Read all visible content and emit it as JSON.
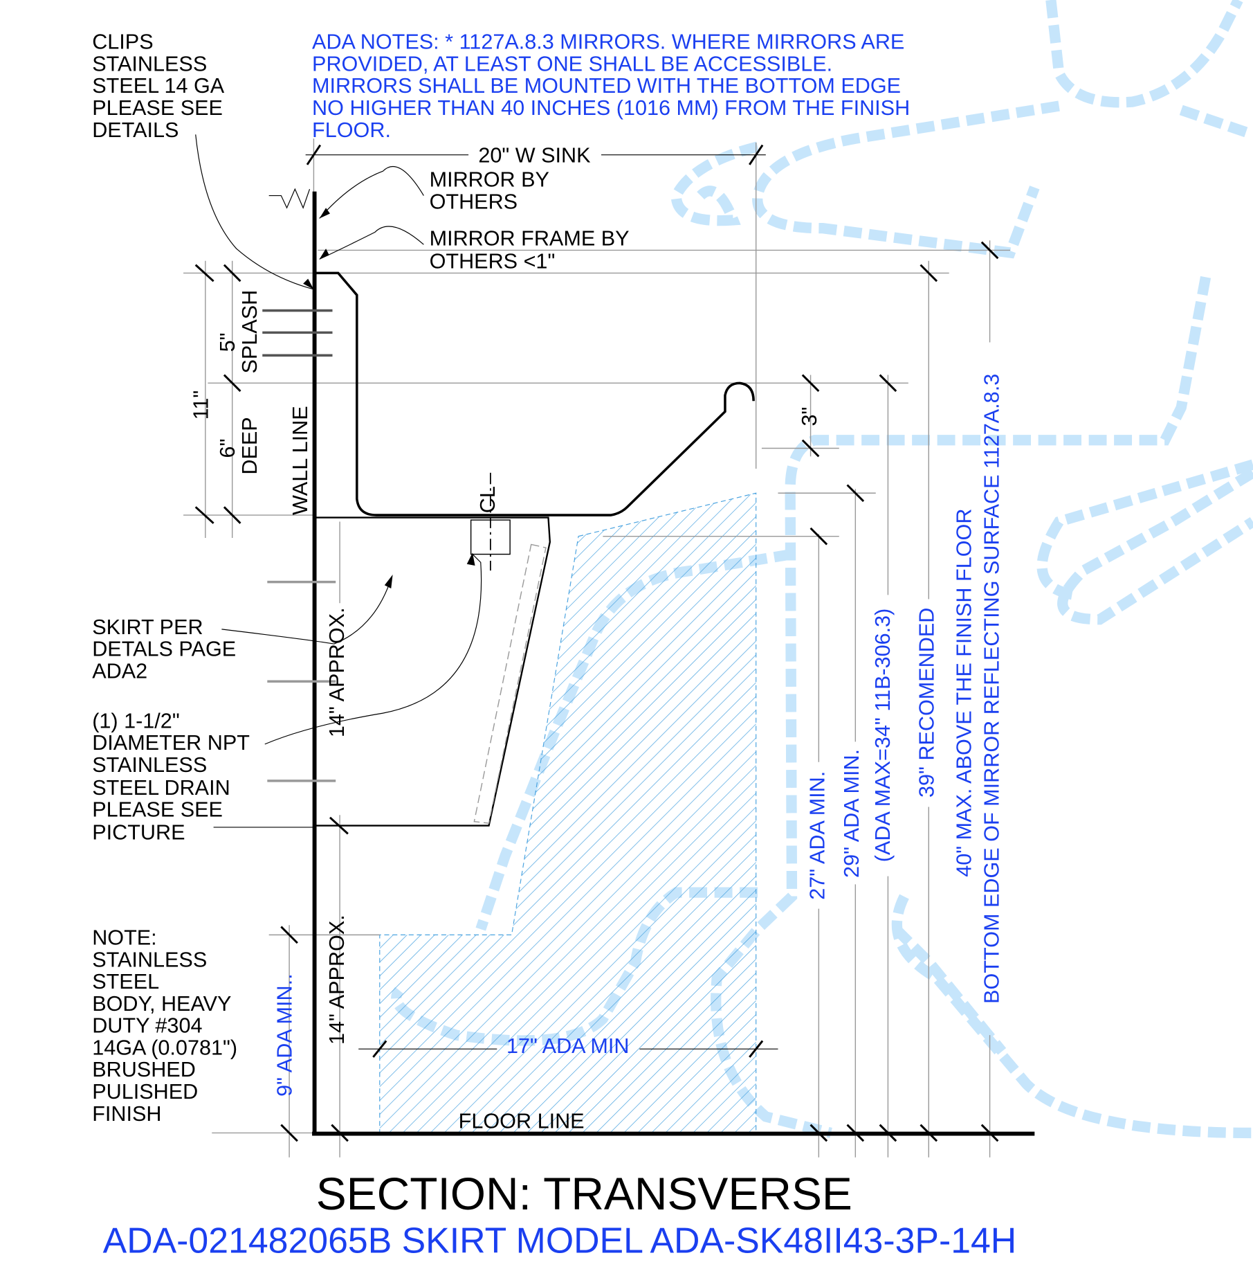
{
  "notes_left": {
    "clips": [
      "CLIPS",
      "STAINLESS",
      "STEEL 14 GA",
      "PLEASE SEE",
      "DETAILS"
    ],
    "skirt": [
      "SKIRT PER",
      "DETALS PAGE",
      "ADA2"
    ],
    "drain": [
      "(1) 1-1/2\"",
      "DIAMETER NPT",
      "STAINLESS",
      "STEEL DRAIN",
      "PLEASE SEE",
      "PICTURE"
    ],
    "body": [
      "NOTE:",
      "STAINLESS",
      "STEEL",
      "BODY, HEAVY",
      "DUTY #304",
      "14GA (0.0781\")",
      "BRUSHED",
      "PULISHED",
      "FINISH"
    ]
  },
  "ada_notes": [
    "ADA NOTES: * 1127A.8.3 MIRRORS.  WHERE MIRRORS ARE",
    "PROVIDED, AT LEAST ONE SHALL BE ACCESSIBLE.",
    "MIRRORS SHALL BE MOUNTED WITH THE BOTTOM EDGE",
    "NO HIGHER THAN 40 INCHES (1016 MM) FROM THE FINISH",
    "FLOOR."
  ],
  "callouts": {
    "sink_width": "20\" W SINK",
    "mirror": [
      "MIRROR BY",
      "OTHERS"
    ],
    "mirror_frame": [
      "MIRROR FRAME BY",
      "OTHERS <1\""
    ],
    "wall_line": "WALL LINE",
    "floor_line": "FLOOR LINE",
    "centerline": "CL"
  },
  "dimensions": {
    "splash": [
      "5\"",
      "SPLASH"
    ],
    "deep": [
      "6\"",
      "DEEP"
    ],
    "total_depth": "11\"",
    "skirt_height": "14\" APPROX.",
    "clearance_height": "14\" APPROX.",
    "knee_min": "9\" ADA MIN..",
    "rim_offset": "3\"",
    "depth_min": "17\" ADA MIN",
    "h27": "27\" ADA MIN.",
    "h29": "29\" ADA MIN.",
    "h34": "(ADA MAX=34\" 11B-306.3)",
    "h39": "39\" RECOMENDED",
    "h40": "40\" MAX. ABOVE THE FINISH FLOOR",
    "mirror_edge": "BOTTOM EDGE OF MIRROR REFLECTING SURFACE 1127A.8.3"
  },
  "title": "SECTION: TRANSVERSE",
  "subtitle": "ADA-021482065B SKIRT MODEL ADA-SK48II43-3P-14H",
  "colors": {
    "ada_blue": "#1a3ff0",
    "hatch_blue": "#4aa3e0",
    "dashed_overlay": "#c6e5fb"
  }
}
